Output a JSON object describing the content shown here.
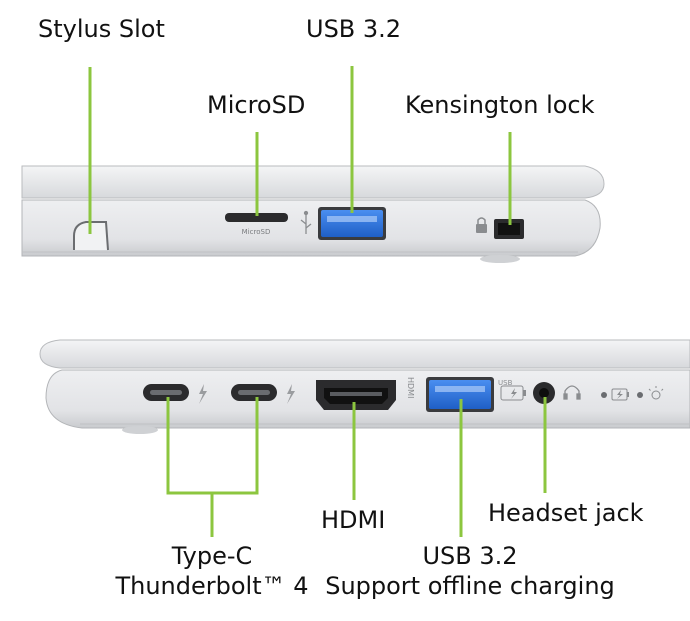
{
  "colors": {
    "leader_line": "#8cc63f",
    "chassis": "#e4e5e7",
    "chassis_edge": "#b9bbbe",
    "port_dark": "#2b2b2d",
    "usb_blue": "#2f6fd6",
    "label_text": "#111111"
  },
  "top_view": {
    "labels": {
      "stylus_slot": "Stylus Slot",
      "usb": "USB 3.2",
      "microsd": "MicroSD",
      "kensington": "Kensington lock"
    },
    "engravings": {
      "microsd": "MicroSD"
    },
    "icons": [
      "stylus-slot-icon",
      "microsd-slot-icon",
      "usb-symbol-icon",
      "usb-a-port-icon",
      "padlock-icon",
      "kensington-slot-icon"
    ]
  },
  "bottom_view": {
    "labels": {
      "typec_line1": "Type-C",
      "typec_line2": "Thunderbolt™ 4",
      "hdmi": "HDMI",
      "usb_line1": "USB 3.2",
      "usb_line2": "Support offline charging",
      "headset": "Headset jack"
    },
    "engravings": {
      "hdmi": "HDMI",
      "usb_charge": "USB"
    },
    "icons": [
      "usb-c-port-icon",
      "thunderbolt-icon",
      "hdmi-port-icon",
      "usb-a-port-icon",
      "usb-charge-icon",
      "headset-jack-icon",
      "headset-icon",
      "battery-charge-led-icon",
      "power-led-icon"
    ]
  }
}
